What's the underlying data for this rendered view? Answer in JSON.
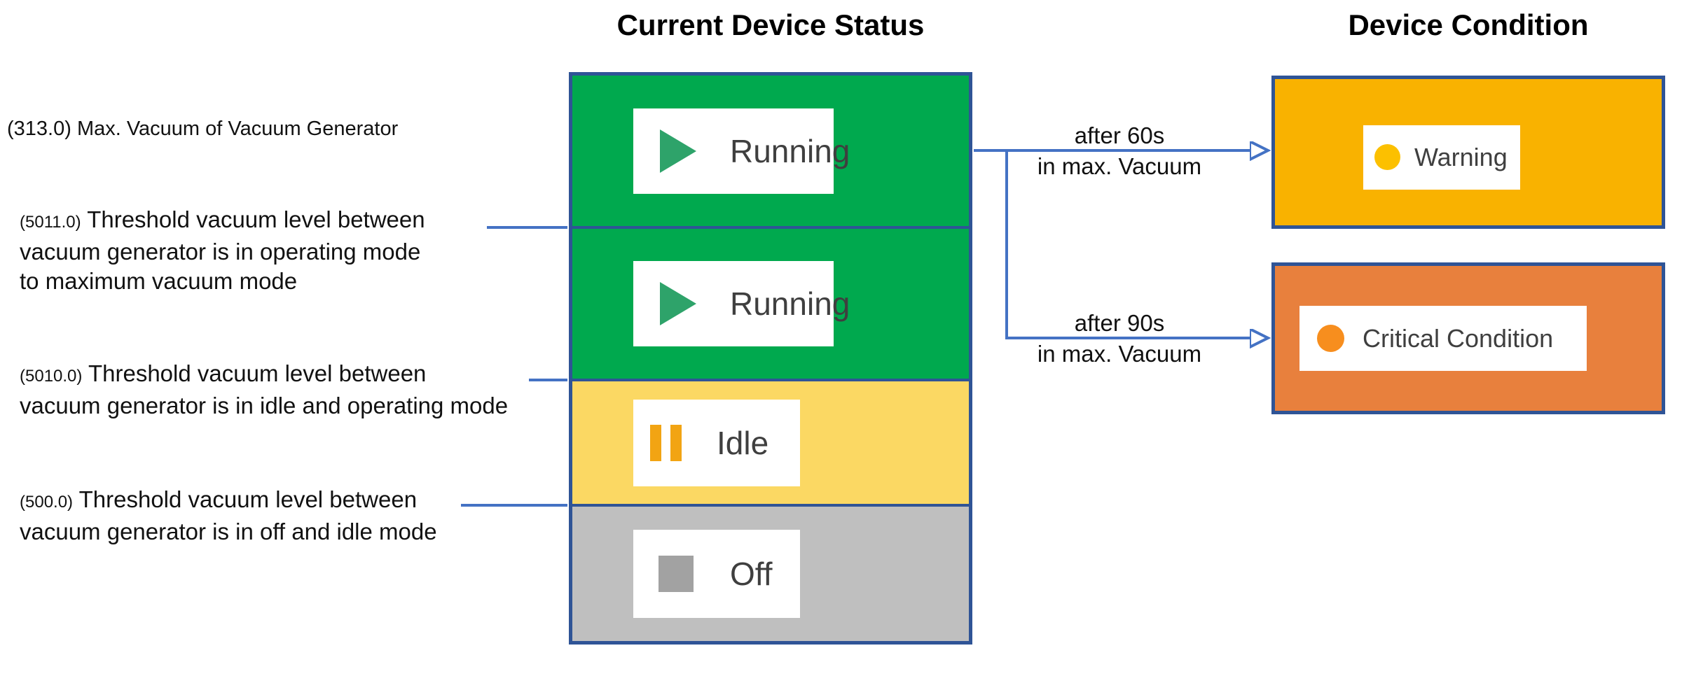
{
  "titles": {
    "status_column": "Current Device Status",
    "condition_column": "Device Condition"
  },
  "annotations": {
    "max_vacuum": {
      "value": "(313.0)",
      "text": "Max. Vacuum of Vacuum Generator"
    },
    "threshold_5011": {
      "value": "(5011.0)",
      "text": "Threshold vacuum level between\nvacuum generator is in operating mode\nto maximum vacuum mode"
    },
    "threshold_5010": {
      "value": "(5010.0)",
      "text": "Threshold vacuum level between\nvacuum generator is in idle and operating mode"
    },
    "threshold_500": {
      "value": "(500.0)",
      "text": "Threshold vacuum level between\nvacuum generator is in off and idle mode"
    }
  },
  "status_rows": [
    {
      "label": "Running",
      "icon": "play-icon"
    },
    {
      "label": "Running",
      "icon": "play-icon"
    },
    {
      "label": "Idle",
      "icon": "pause-icon"
    },
    {
      "label": "Off",
      "icon": "stop-icon"
    }
  ],
  "conditions": [
    {
      "label": "Warning",
      "icon": "warning-dot-icon"
    },
    {
      "label": "Critical Condition",
      "icon": "critical-dot-icon"
    }
  ],
  "transitions": [
    {
      "duration": "after 60s",
      "condition": "in max. Vacuum"
    },
    {
      "duration": "after 90s",
      "condition": "in max. Vacuum"
    }
  ],
  "colors": {
    "running_bg": "#00A94E",
    "idle_bg": "#FBD863",
    "off_bg": "#BFBFBF",
    "warning_bg": "#F9B200",
    "critical_bg": "#E8803D",
    "box_border": "#2F5496",
    "connector_blue": "#4472C4",
    "play_icon": "#2EA36A",
    "pause_icon": "#F2A413",
    "stop_icon": "#A2A2A2",
    "warning_dot": "#FCC000",
    "critical_dot": "#F78E1E",
    "badge_text": "#3F3F3F"
  }
}
